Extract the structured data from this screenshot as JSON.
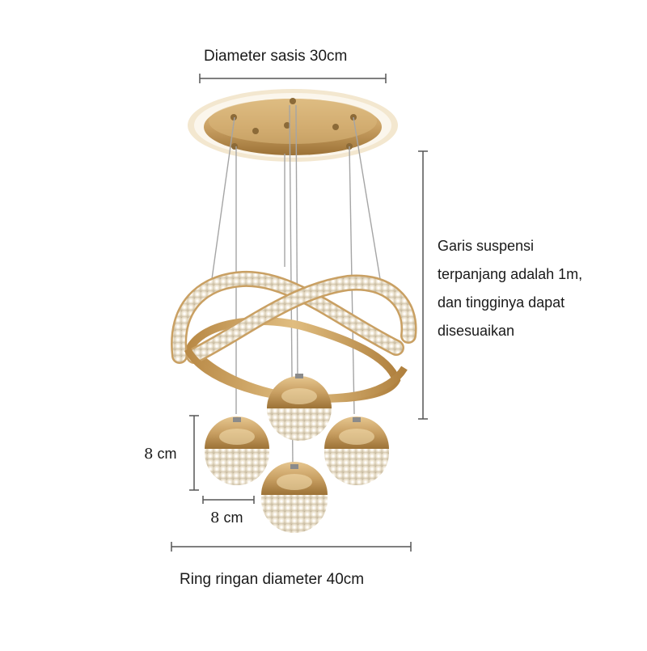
{
  "labels": {
    "chassis_diameter": "Diameter sasis 30cm",
    "ring_diameter": "Ring ringan diameter 40cm",
    "suspension_lines": [
      "Garis suspensi",
      "terpanjang adalah 1m,",
      "dan tingginya dapat",
      "disesuaikan"
    ],
    "ball_height_num": "8",
    "ball_height_unit": " cm",
    "ball_width_num": "8",
    "ball_width_unit": " cm"
  },
  "colors": {
    "gold": "#c9a063",
    "gold_dark": "#a87c3e",
    "crystal": "#e8e2d6",
    "dimension_line": "#555555",
    "wire": "#9a9a9a"
  }
}
